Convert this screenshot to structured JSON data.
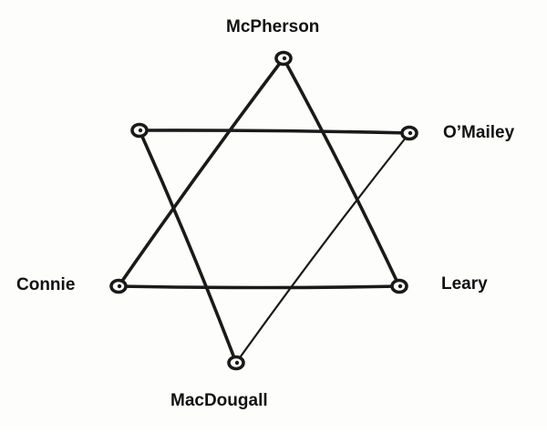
{
  "diagram": {
    "type": "hexagram-sociogram",
    "nodes": [
      {
        "id": "top",
        "label": "McPherson"
      },
      {
        "id": "upper-right",
        "label": "O’Mailey"
      },
      {
        "id": "lower-right",
        "label": "Leary"
      },
      {
        "id": "bottom",
        "label": "MacDougall"
      },
      {
        "id": "lower-left",
        "label": "Connie"
      },
      {
        "id": "upper-left",
        "label": ""
      }
    ],
    "edges": [
      {
        "from": "top",
        "to": "lower-left"
      },
      {
        "from": "top",
        "to": "lower-right"
      },
      {
        "from": "lower-left",
        "to": "lower-right"
      },
      {
        "from": "upper-left",
        "to": "upper-right"
      },
      {
        "from": "upper-left",
        "to": "bottom"
      },
      {
        "from": "upper-right",
        "to": "bottom"
      }
    ],
    "style": {
      "ink_color": "#1a1a1a",
      "background": "#fdfdfc"
    }
  }
}
